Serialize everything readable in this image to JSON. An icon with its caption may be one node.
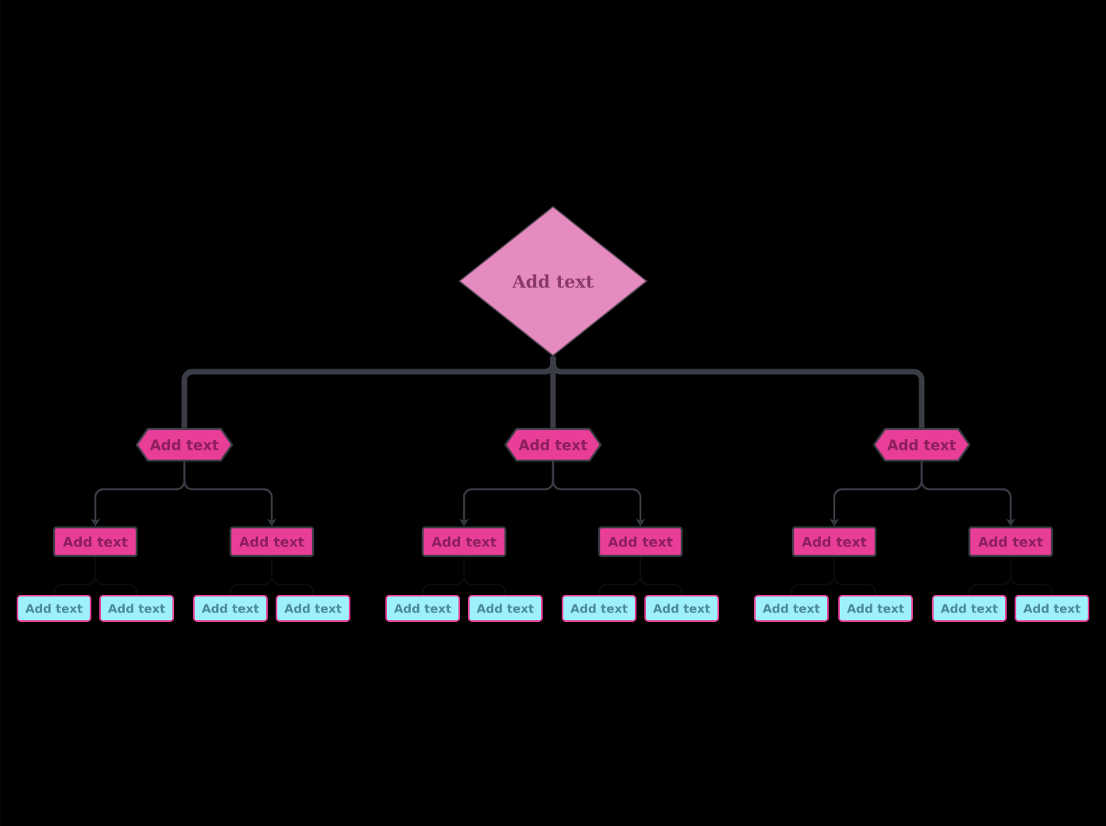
{
  "diagram": {
    "nodes": [
      {
        "text": [
          "Add text"
        ]
      },
      {
        "text": [
          "Add text"
        ]
      },
      {
        "text": [
          "Add text"
        ]
      },
      {
        "text": [
          "Add text"
        ]
      },
      {
        "text": [
          "Add text"
        ]
      },
      {
        "text": [
          "Add text"
        ]
      },
      {
        "text": [
          "Add text"
        ]
      },
      {
        "text": [
          "Add text"
        ]
      },
      {
        "text": [
          "Add text"
        ]
      },
      {
        "text": [
          "Add text"
        ]
      },
      {
        "text": [
          "Add text"
        ]
      },
      {
        "text": [
          "Add text"
        ]
      },
      {
        "text": [
          "Add text"
        ]
      },
      {
        "text": [
          "Add text"
        ]
      },
      {
        "text": [
          "Add text"
        ]
      },
      {
        "text": [
          "Add text"
        ]
      },
      {
        "text": [
          "Add text"
        ]
      },
      {
        "text": [
          "Add text"
        ]
      },
      {
        "text": [
          "Add text"
        ]
      },
      {
        "text": [
          "Add text"
        ]
      },
      {
        "text": [
          "Add text"
        ]
      },
      {
        "text": [
          "Add text"
        ]
      }
    ],
    "edges": [
      {
        "from": 0,
        "to": 1,
        "arrow": "none",
        "style": "thick"
      },
      {
        "from": 0,
        "to": 2,
        "arrow": "none",
        "style": "thick"
      },
      {
        "from": 0,
        "to": 3,
        "arrow": "none",
        "style": "thick"
      },
      {
        "from": 1,
        "to": 4,
        "arrow": "to"
      },
      {
        "from": 1,
        "to": 5,
        "arrow": "to"
      },
      {
        "from": 2,
        "to": 6,
        "arrow": "to"
      },
      {
        "from": 2,
        "to": 7,
        "arrow": "to"
      },
      {
        "from": 3,
        "to": 8,
        "arrow": "to"
      },
      {
        "from": 3,
        "to": 9,
        "arrow": "to"
      },
      {
        "from": 4,
        "to": 10,
        "arrow": "none"
      },
      {
        "from": 4,
        "to": 11,
        "arrow": "none"
      },
      {
        "from": 5,
        "to": 12,
        "arrow": "none"
      },
      {
        "from": 5,
        "to": 13,
        "arrow": "none"
      },
      {
        "from": 6,
        "to": 14,
        "arrow": "none"
      },
      {
        "from": 6,
        "to": 15,
        "arrow": "none"
      },
      {
        "from": 7,
        "to": 16,
        "arrow": "none"
      },
      {
        "from": 7,
        "to": 17,
        "arrow": "none"
      },
      {
        "from": 8,
        "to": 18,
        "arrow": "none"
      },
      {
        "from": 8,
        "to": 19,
        "arrow": "none"
      },
      {
        "from": 9,
        "to": 20,
        "arrow": "none"
      },
      {
        "from": 9,
        "to": 21,
        "arrow": "none"
      }
    ]
  }
}
